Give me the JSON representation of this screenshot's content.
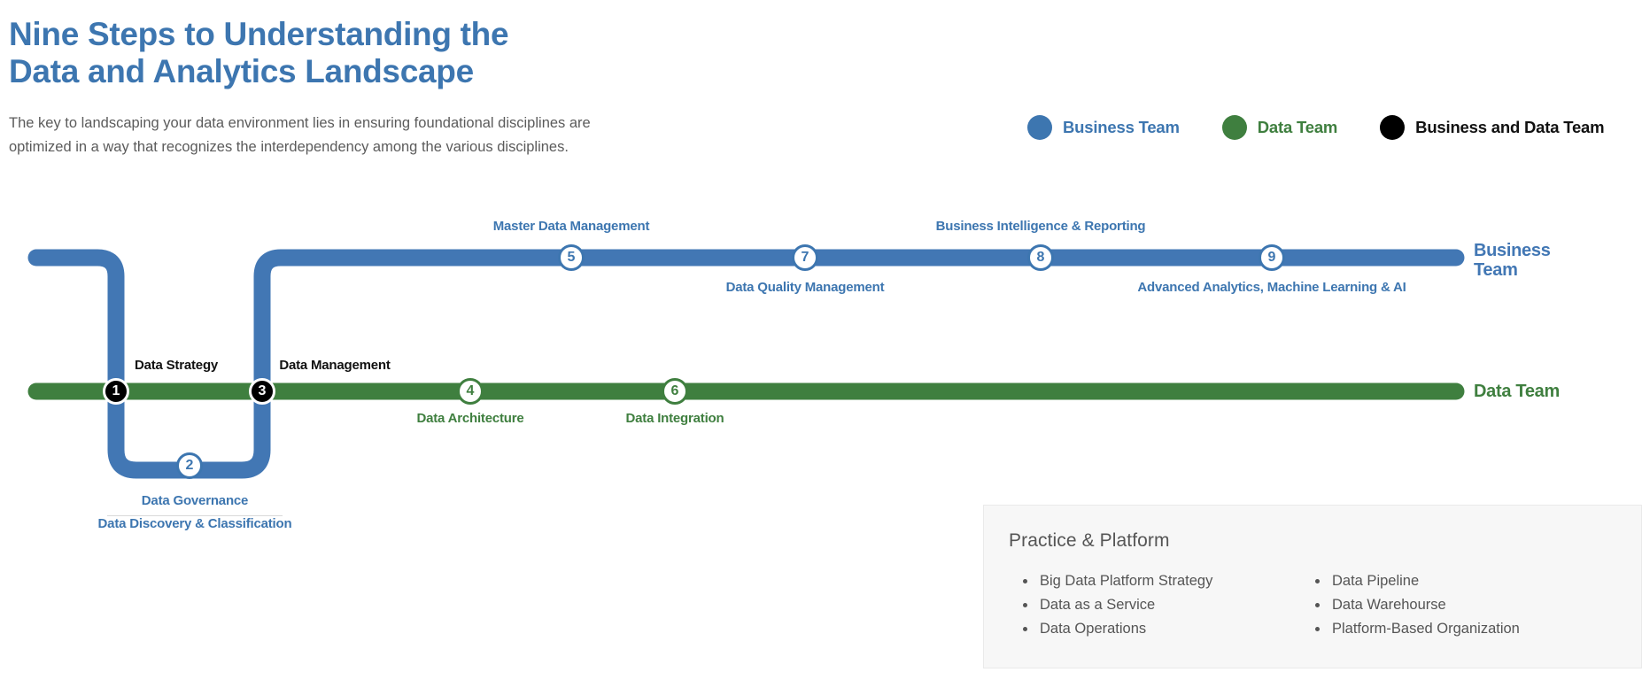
{
  "header": {
    "title": "Nine Steps to Understanding the\nData and Analytics Landscape",
    "subtitle": "The key to landscaping your data environment lies in ensuring foundational disciplines are\noptimized in a way that recognizes the interdependency among the various disciplines."
  },
  "colors": {
    "blue": "#3d76b0",
    "blue_track": "#4277b4",
    "green": "#3f7f3f",
    "black": "#000000",
    "title_blue": "#3d76b0",
    "body_gray": "#5b5b5b",
    "panel_bg": "#f7f7f7",
    "panel_border": "#eaeaea"
  },
  "legend": {
    "items": [
      {
        "label": "Business Team",
        "color": "#3d76b0",
        "text_color": "#3d76b0",
        "icon": "circle-icon"
      },
      {
        "label": "Data Team",
        "color": "#3f7f3f",
        "text_color": "#3f7f3f",
        "icon": "circle-icon"
      },
      {
        "label": "Business and Data Team",
        "color": "#000000",
        "text_color": "#111111",
        "icon": "circle-icon"
      }
    ]
  },
  "diagram": {
    "track_labels": {
      "business": "Business\nTeam",
      "data": "Data Team"
    },
    "steps": [
      {
        "number": "1",
        "label": "Data Strategy",
        "team": "black",
        "label_pos": "above"
      },
      {
        "number": "2",
        "label": "Data Governance",
        "team": "blue",
        "label_pos": "below",
        "sub_label": "Data Discovery & Classification"
      },
      {
        "number": "3",
        "label": "Data Management",
        "team": "black",
        "label_pos": "above"
      },
      {
        "number": "4",
        "label": "Data Architecture",
        "team": "green",
        "label_pos": "below"
      },
      {
        "number": "5",
        "label": "Master Data Management",
        "team": "blue",
        "label_pos": "above"
      },
      {
        "number": "6",
        "label": "Data Integration",
        "team": "green",
        "label_pos": "below"
      },
      {
        "number": "7",
        "label": "Data Quality Management",
        "team": "blue",
        "label_pos": "below"
      },
      {
        "number": "8",
        "label": "Business Intelligence & Reporting",
        "team": "blue",
        "label_pos": "above"
      },
      {
        "number": "9",
        "label": "Advanced Analytics, Machine Learning & AI",
        "team": "blue",
        "label_pos": "below"
      }
    ]
  },
  "practice": {
    "title": "Practice & Platform",
    "column_left": [
      "Big Data Platform Strategy",
      "Data as a Service",
      "Data Operations"
    ],
    "column_right": [
      "Data Pipeline",
      "Data Warehourse",
      "Platform-Based Organization"
    ]
  }
}
